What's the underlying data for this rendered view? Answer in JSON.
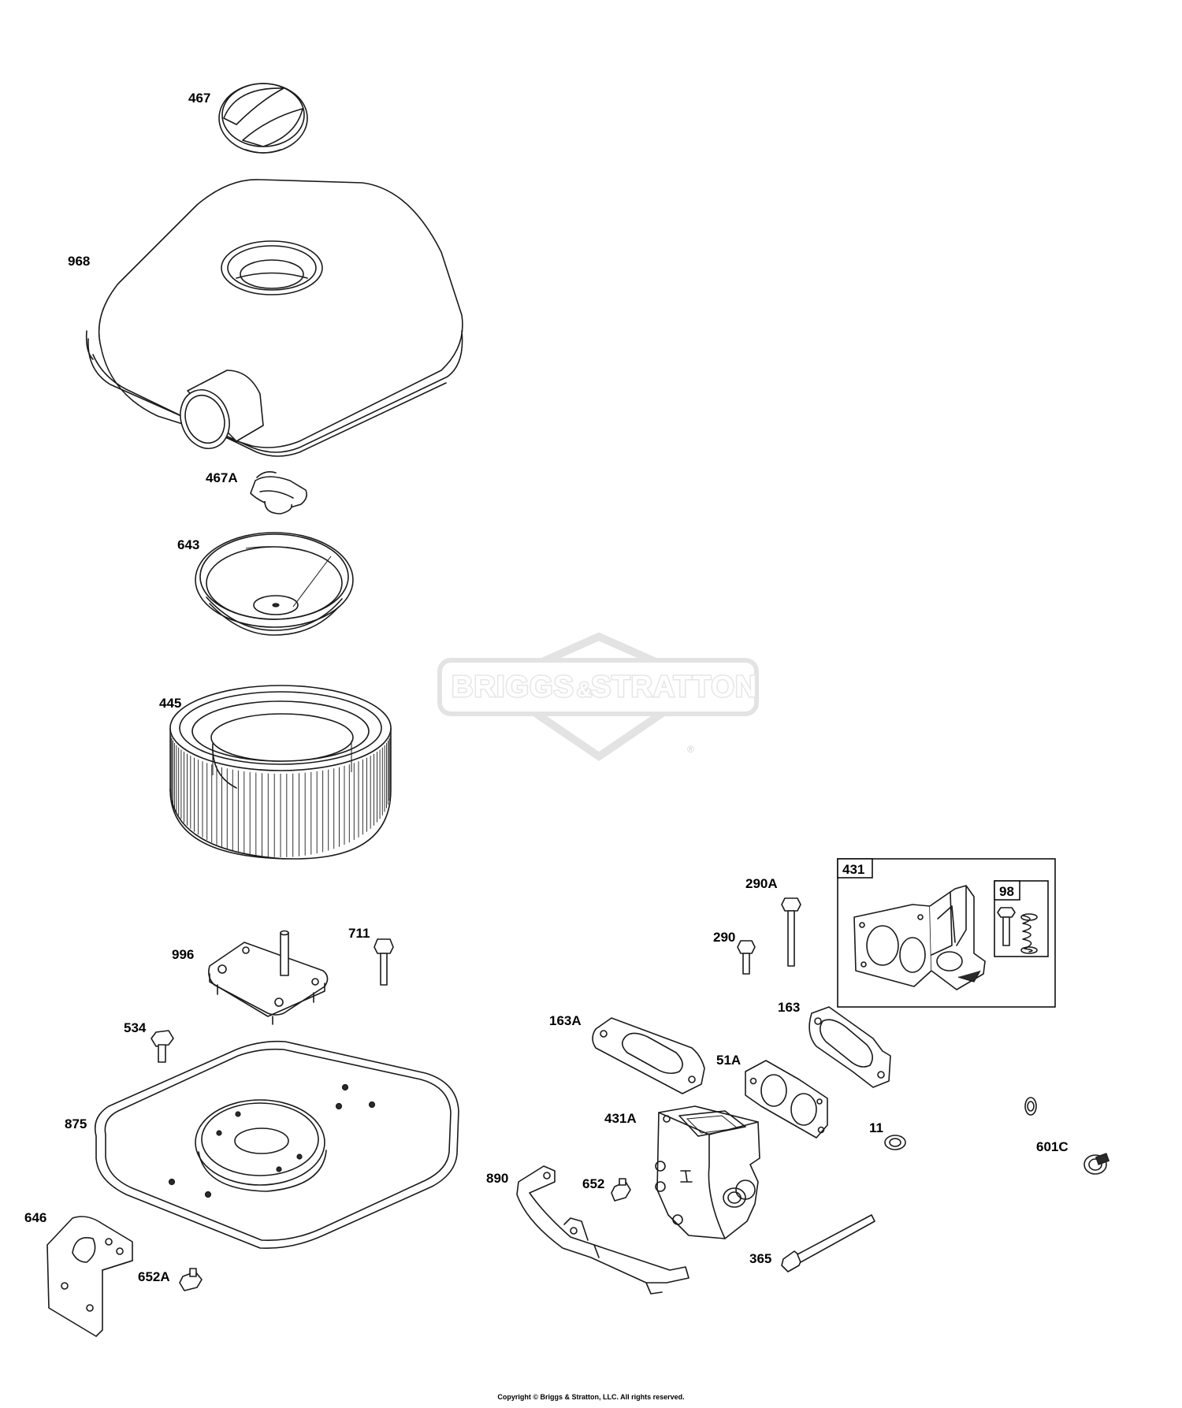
{
  "watermark": {
    "brand_left": "BRIGGS",
    "brand_amp": "&",
    "brand_right": "STRATTON",
    "registered": "®"
  },
  "callouts": {
    "p467": "467",
    "p968": "968",
    "p467A": "467A",
    "p643": "643",
    "p445": "445",
    "p996": "996",
    "p711": "711",
    "p534": "534",
    "p875": "875",
    "p646": "646",
    "p652A": "652A",
    "p290A": "290A",
    "p290": "290",
    "p431": "431",
    "p98": "98",
    "p163A": "163A",
    "p163": "163",
    "p51A": "51A",
    "p431A": "431A",
    "p11": "11",
    "p601C": "601C",
    "p890": "890",
    "p652": "652",
    "p365": "365"
  },
  "footer": {
    "copyright": "Copyright © Briggs & Stratton, LLC. All rights reserved."
  }
}
